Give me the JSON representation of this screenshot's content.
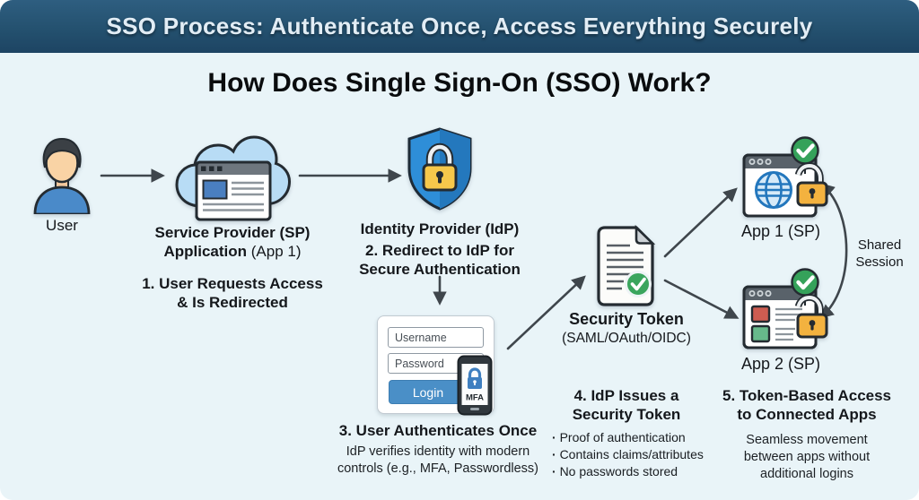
{
  "banner": {
    "title": "SSO Process: Authenticate Once, Access Everything Securely"
  },
  "heading": "How Does Single Sign-On (SSO) Work?",
  "colors": {
    "banner_bg": "#24516f",
    "background": "#e9f4f8",
    "arrow": "#3f464c",
    "shield_blue": "#2e8ed8",
    "cloud_blue": "#b8dcf5",
    "lock_yellow": "#f6c84b",
    "open_lock_orange": "#f3b23f",
    "success_green": "#35a25a",
    "login_button_blue": "#4a8fc7"
  },
  "user": {
    "label": "User"
  },
  "service_provider": {
    "title_line1": "Service Provider (SP)",
    "title_line2_bold": "Application",
    "title_line2_rest": " (App 1)",
    "step_line1": "1. User Requests Access",
    "step_line2": "& Is Redirected"
  },
  "identity_provider": {
    "title": "Identity Provider (IdP)",
    "step_line1": "2. Redirect to IdP for",
    "step_line2": "Secure Authentication"
  },
  "login_form": {
    "username_placeholder": "Username",
    "password_placeholder": "Password",
    "login_button": "Login",
    "mfa_label": "MFA",
    "step_title": "3. User Authenticates Once",
    "desc_line1": "IdP verifies identity with modern",
    "desc_line2": "controls (e.g., MFA, Passwordless)"
  },
  "security_token": {
    "title": "Security Token",
    "subtitle": "(SAML/OAuth/OIDC)",
    "step_line1": "4. IdP Issues a",
    "step_line2": "Security Token",
    "bullets": [
      "Proof of authentication",
      "Contains claims/attributes",
      "No passwords stored"
    ]
  },
  "apps": {
    "app1_label": "App 1 (SP)",
    "app2_label": "App 2 (SP)",
    "shared_session_line1": "Shared",
    "shared_session_line2": "Session",
    "step_line1": "5. Token-Based Access",
    "step_line2": "to Connected Apps",
    "desc_line1": "Seamless movement",
    "desc_line2": "between apps without",
    "desc_line3": "additional logins"
  }
}
